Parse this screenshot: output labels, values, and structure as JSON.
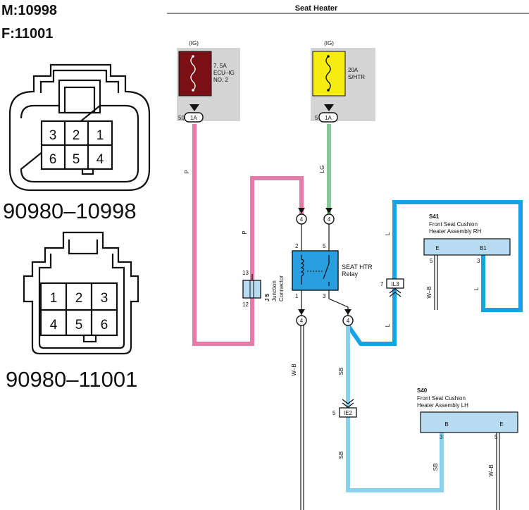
{
  "header": {
    "model_code": "M:10998",
    "frame_code": "F:11001",
    "title": "Seat Heater"
  },
  "connectors": {
    "top_pins": [
      "3",
      "2",
      "1",
      "6",
      "5",
      "4"
    ],
    "top_part": "90980–10998",
    "bottom_pins": [
      "1",
      "2",
      "3",
      "4",
      "5",
      "6"
    ],
    "bottom_part": "90980–11001"
  },
  "fuses": {
    "ecu_ig": {
      "supply": "(IG)",
      "rating": "7. 5A",
      "name1": "ECU–IG",
      "name2": "NO. 2",
      "pin": "50",
      "connector": "1A",
      "color": "#7a0f16"
    },
    "s_htr": {
      "supply": "(IG)",
      "rating": "20A",
      "name1": "S/HTR",
      "pin": "5",
      "connector": "1A",
      "color": "#f6ec12"
    }
  },
  "wires": {
    "colors": {
      "pink": "#e67ba9",
      "green": "#88c898",
      "blue": "#15a3e3",
      "light_blue": "#8ad0ef",
      "black": "#1a1a1a"
    },
    "p_label": "P",
    "lg_label": "LG",
    "l_label": "L",
    "wb_label": "W–B",
    "sb_label": "SB"
  },
  "relay": {
    "name1": "SEAT HTR",
    "name2": "Relay",
    "pin2": "2",
    "pin5": "5",
    "pin1": "1",
    "pin3": "3",
    "conn": "4"
  },
  "junction": {
    "code": "J 5",
    "name1": "Junction",
    "name2": "Connector",
    "pin13": "13",
    "pin12": "12"
  },
  "inline_connectors": {
    "il3": {
      "name": "IL3",
      "pin": "7"
    },
    "ie2": {
      "name": "IE2",
      "pin": "5"
    }
  },
  "seat_rh": {
    "code": "S41",
    "name1": "Front Seat Cushion",
    "name2": "Heater Assembly RH",
    "term_e": "E",
    "term_b1": "B1",
    "pin_e": "5",
    "pin_b1": "3",
    "box_color": "#b7dcf2"
  },
  "seat_lh": {
    "code": "S40",
    "name1": "Front Seat Cushion",
    "name2": "Heater Assembly LH",
    "term_b": "B",
    "term_e": "E",
    "pin_b": "3",
    "pin_e": "5",
    "box_color": "#b7dcf2"
  }
}
